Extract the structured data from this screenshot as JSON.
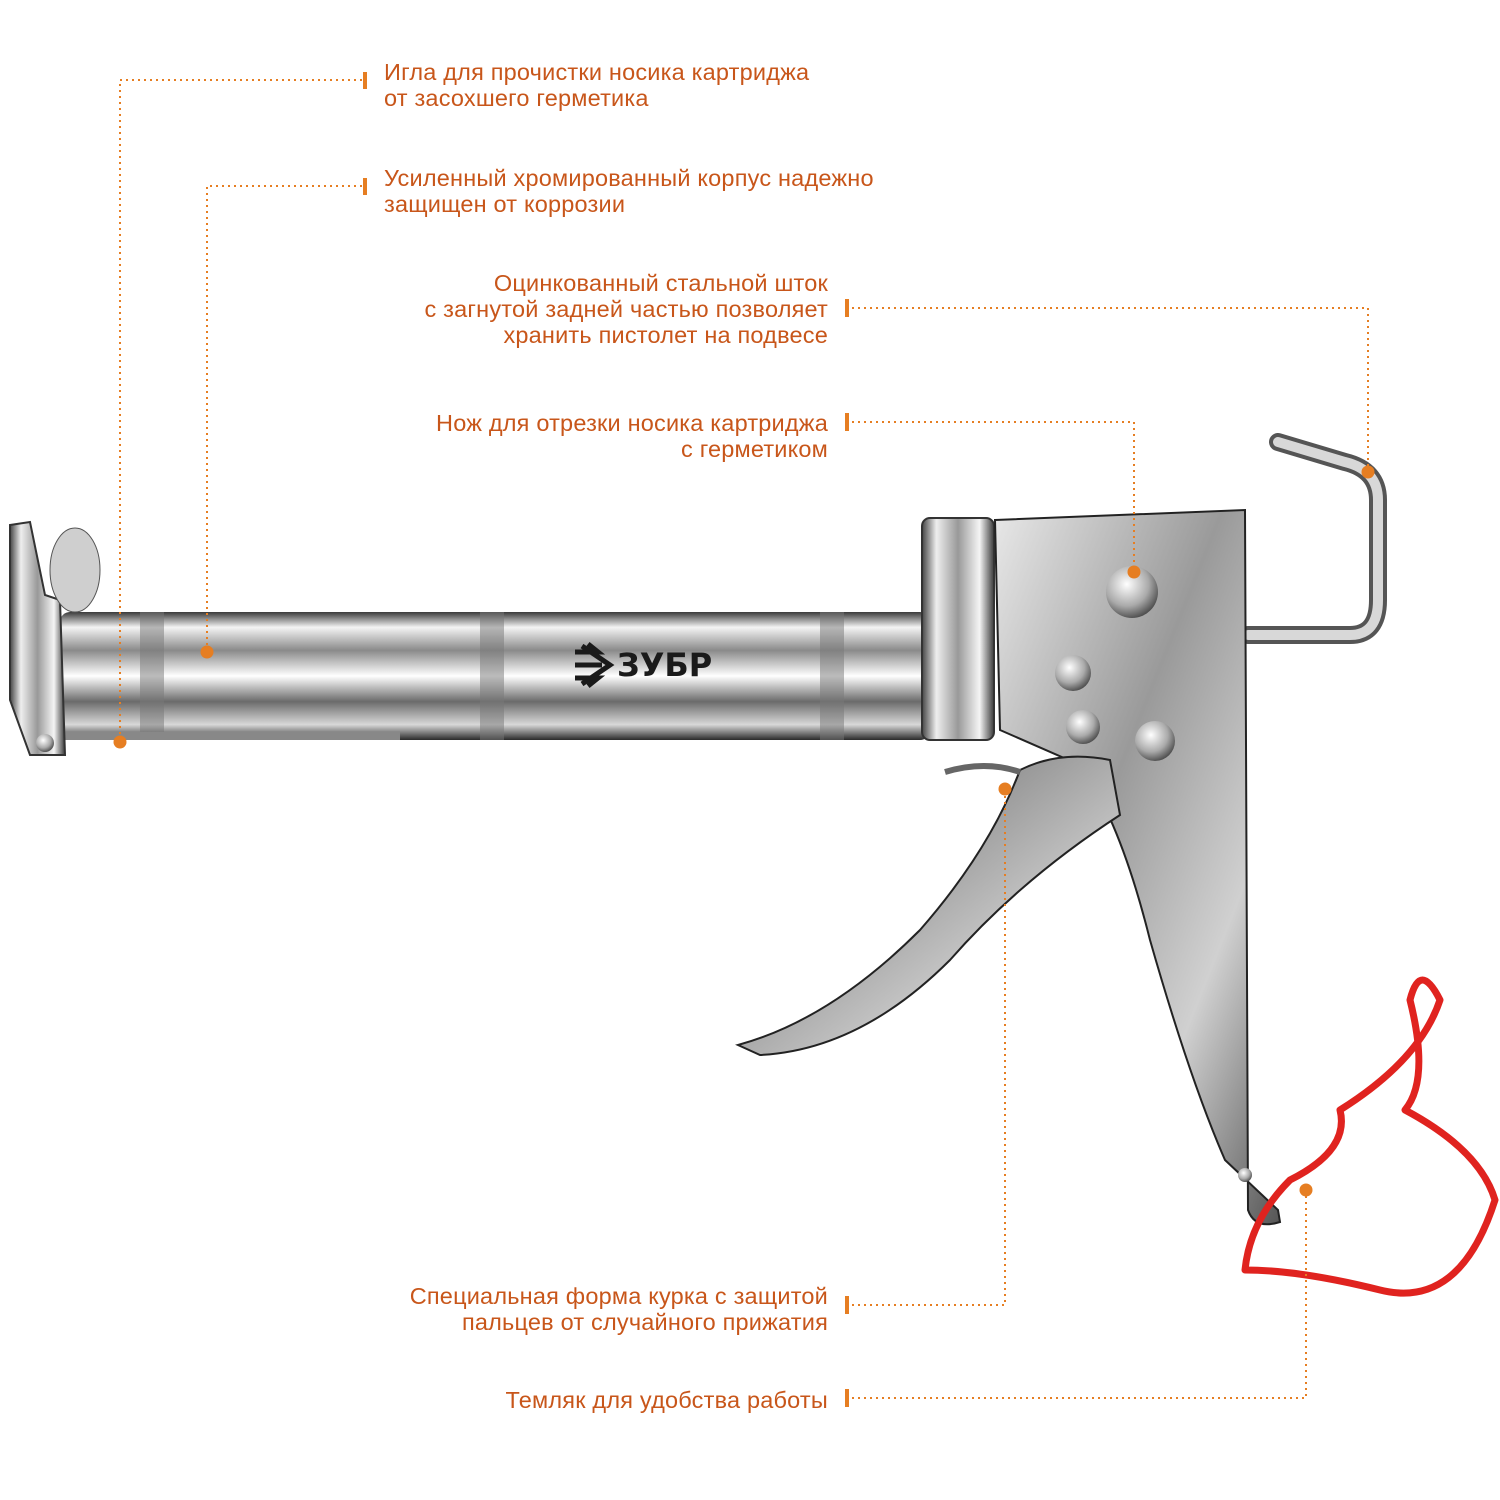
{
  "brand": {
    "logo_text": "ЗУБР"
  },
  "colors": {
    "text": "#c8561a",
    "marker": "#e67e22",
    "strap": "#e0231f"
  },
  "callouts": [
    {
      "lines": [
        "Игла для прочистки носика картриджа",
        "от засохшего герметика"
      ]
    },
    {
      "lines": [
        "Усиленный хромированный корпус надежно",
        "защищен от коррозии"
      ]
    },
    {
      "lines": [
        "Оцинкованный стальной шток",
        "с загнутой задней частью позволяет",
        "хранить пистолет на подвесе"
      ]
    },
    {
      "lines": [
        "Нож для отрезки носика картриджа",
        "с герметиком"
      ]
    },
    {
      "lines": [
        "Специальная форма курка с защитой",
        "пальцев от случайного прижатия"
      ]
    },
    {
      "lines": [
        "Темляк для удобства работы"
      ]
    }
  ]
}
